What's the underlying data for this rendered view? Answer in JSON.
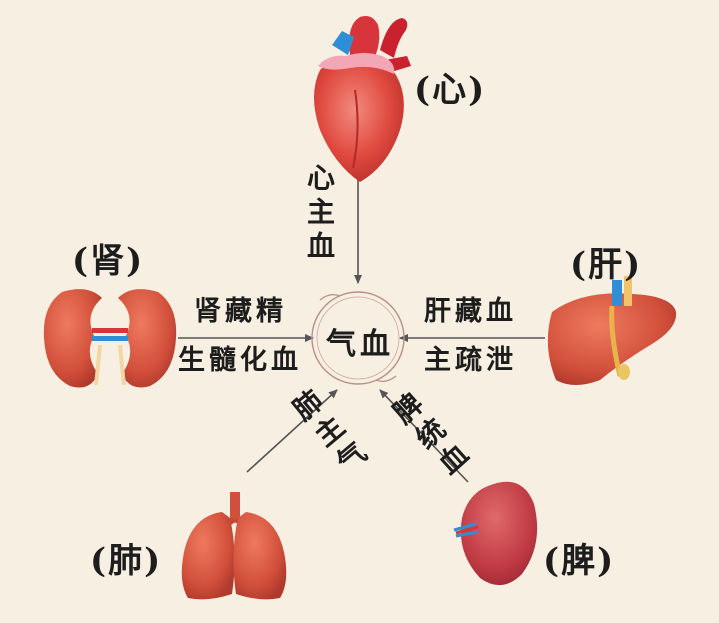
{
  "center": {
    "text": "气血"
  },
  "organs": {
    "heart": {
      "label": "(心)"
    },
    "liver": {
      "label": "(肝)"
    },
    "kidney": {
      "label": "(肾)"
    },
    "lung": {
      "label": "(肺)"
    },
    "spleen": {
      "label": "(脾)"
    }
  },
  "relations": {
    "heart": {
      "text": "心主血"
    },
    "liver": {
      "line1": "肝藏血",
      "line2": "主疏泄"
    },
    "kidney": {
      "line1": "肾藏精",
      "line2": "生髓化血"
    },
    "lung": {
      "text": "肺主气"
    },
    "spleen": {
      "text": "脾统血"
    }
  },
  "colors": {
    "background": "#f7efe1",
    "arrow": "#555555",
    "organ_red": "#d9413b",
    "ring": "#b98f87"
  }
}
